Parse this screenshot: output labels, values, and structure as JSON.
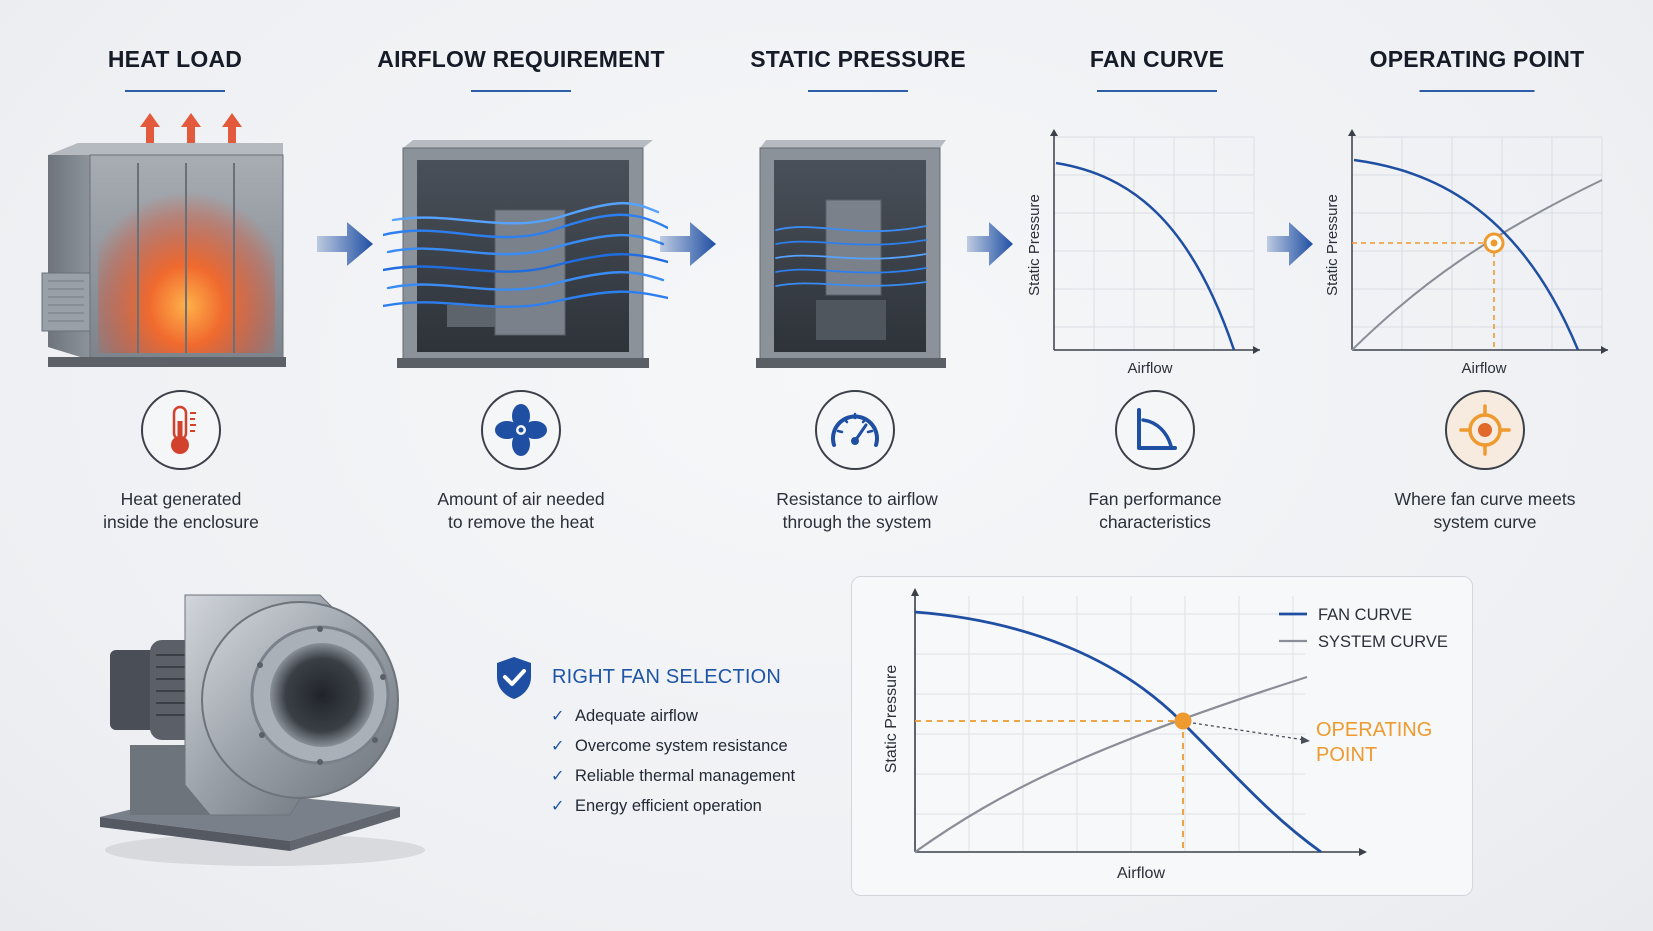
{
  "steps": [
    {
      "title": "HEAT LOAD",
      "caption_line1": "Heat generated",
      "caption_line2": "inside the enclosure",
      "icon": "thermometer-icon"
    },
    {
      "title": "AIRFLOW REQUIREMENT",
      "caption_line1": "Amount of air needed",
      "caption_line2": "to remove the heat",
      "icon": "fan-icon"
    },
    {
      "title": "STATIC PRESSURE",
      "caption_line1": "Resistance to airflow",
      "caption_line2": "through the system",
      "icon": "gauge-icon"
    },
    {
      "title": "FAN CURVE",
      "caption_line1": "Fan performance",
      "caption_line2": "characteristics",
      "icon": "curve-icon"
    },
    {
      "title": "OPERATING POINT",
      "caption_line1": "Where fan curve meets",
      "caption_line2": "system curve",
      "icon": "target-icon"
    }
  ],
  "mini_charts": {
    "fan_curve": {
      "ylabel": "Static Pressure",
      "xlabel": "Airflow"
    },
    "operating_point": {
      "ylabel": "Static Pressure",
      "xlabel": "Airflow"
    }
  },
  "benefits": {
    "title": "RIGHT FAN SELECTION",
    "icon": "shield-check-icon",
    "items": [
      "Adequate airflow",
      "Overcome system resistance",
      "Reliable thermal management",
      "Energy efficient operation"
    ]
  },
  "main_chart": {
    "ylabel": "Static Pressure",
    "xlabel": "Airflow",
    "legend": [
      "FAN CURVE",
      "SYSTEM CURVE"
    ],
    "op_label_line1": "OPERATING",
    "op_label_line2": "POINT"
  },
  "colors": {
    "accent_blue": "#1f4fa3",
    "system_gray": "#8a8e96",
    "operating_orange": "#ee9a2f",
    "heat_red": "#e0502b"
  }
}
